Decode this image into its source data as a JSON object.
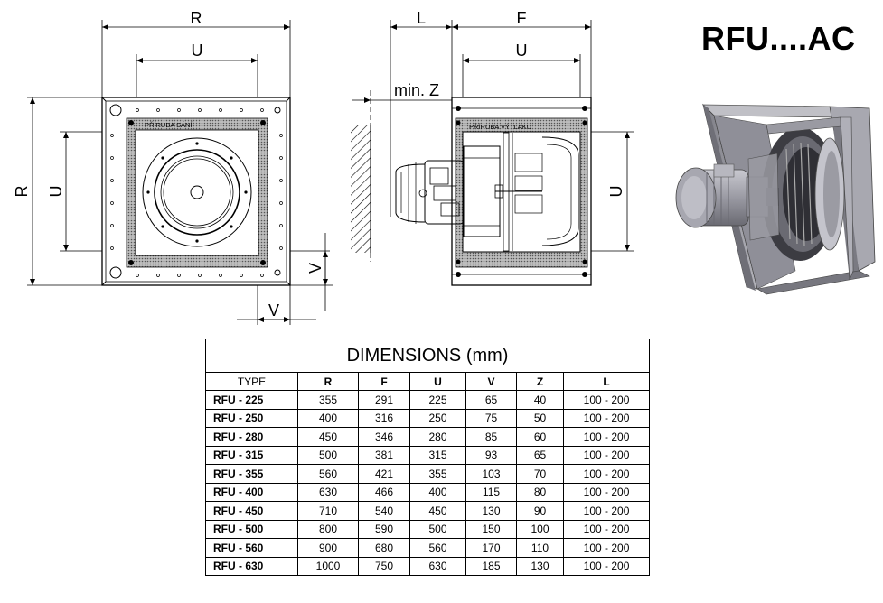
{
  "product_title": "RFU....AC",
  "drawing_labels": {
    "front_R_top": "R",
    "front_U_top": "U",
    "front_R_left": "R",
    "front_U_left": "U",
    "front_V_right": "V",
    "front_V_bottom": "V",
    "front_flange": "PŘÍRUBA SÁNÍ",
    "side_L": "L",
    "side_F": "F",
    "side_U_top": "U",
    "side_U_right": "U",
    "side_minZ": "min. Z",
    "side_flange": "PŘÍRUBA VÝTLAKU"
  },
  "table": {
    "caption": "DIMENSIONS (mm)",
    "headers": [
      "TYPE",
      "R",
      "F",
      "U",
      "V",
      "Z",
      "L"
    ],
    "rows": [
      [
        "RFU - 225",
        "355",
        "291",
        "225",
        "65",
        "40",
        "100 - 200"
      ],
      [
        "RFU - 250",
        "400",
        "316",
        "250",
        "75",
        "50",
        "100 - 200"
      ],
      [
        "RFU - 280",
        "450",
        "346",
        "280",
        "85",
        "60",
        "100 - 200"
      ],
      [
        "RFU - 315",
        "500",
        "381",
        "315",
        "93",
        "65",
        "100 - 200"
      ],
      [
        "RFU - 355",
        "560",
        "421",
        "355",
        "103",
        "70",
        "100 - 200"
      ],
      [
        "RFU - 400",
        "630",
        "466",
        "400",
        "115",
        "80",
        "100 - 200"
      ],
      [
        "RFU - 450",
        "710",
        "540",
        "450",
        "130",
        "90",
        "100 - 200"
      ],
      [
        "RFU - 500",
        "800",
        "590",
        "500",
        "150",
        "100",
        "100 - 200"
      ],
      [
        "RFU - 560",
        "900",
        "680",
        "560",
        "170",
        "110",
        "100 - 200"
      ],
      [
        "RFU - 630",
        "1000",
        "750",
        "630",
        "185",
        "130",
        "100 - 200"
      ]
    ]
  },
  "colors": {
    "line": "#000000",
    "flange_fill": "#9a9a9a",
    "fan_grey": "#8c8c94",
    "fan_dark": "#55555c"
  }
}
